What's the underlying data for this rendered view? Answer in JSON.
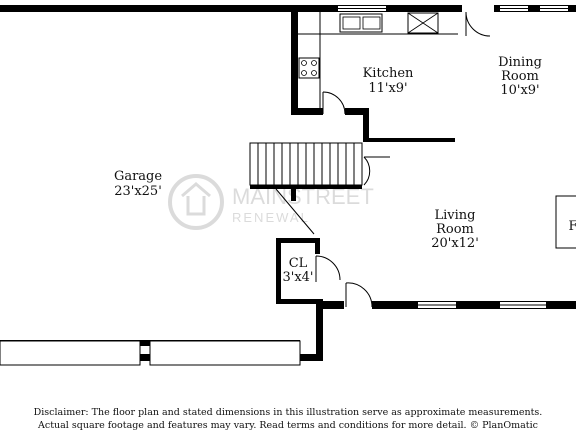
{
  "rooms": {
    "garage": {
      "name": "Garage",
      "dims": "23'x25'"
    },
    "kitchen": {
      "name": "Kitchen",
      "dims": "11'x9'"
    },
    "dining": {
      "name_line1": "Dining",
      "name_line2": "Room",
      "dims": "10'x9'"
    },
    "living": {
      "name_line1": "Living",
      "name_line2": "Room",
      "dims": "20'x12'"
    },
    "closet": {
      "name": "CL",
      "dims": "3'x4'"
    },
    "partial": {
      "name": "F"
    }
  },
  "watermark": {
    "line1": "MAINSTREET",
    "line2": "RENEWAL"
  },
  "disclaimer": {
    "line1": "Disclaimer: The floor plan and stated dimensions in this illustration serve as approximate measurements.",
    "line2": "Actual square footage and features may vary. Read terms and conditions for more detail. © PlanOmatic"
  },
  "colors": {
    "wall": "#000000",
    "watermark": "#d8d8d8",
    "background": "#ffffff"
  }
}
